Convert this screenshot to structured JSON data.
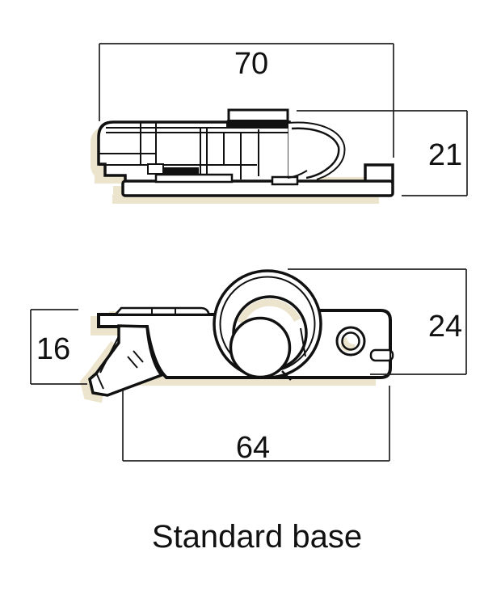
{
  "caption": "Standard base",
  "dimensions": {
    "side_view": {
      "overall_length": "70",
      "overall_height": "21"
    },
    "top_view": {
      "lever_height": "16",
      "overall_width": "24",
      "base_length": "64"
    }
  },
  "colors": {
    "line": "#111111",
    "shadow": "#ece4cc",
    "background": "#ffffff",
    "dimension_line": "#222222"
  }
}
